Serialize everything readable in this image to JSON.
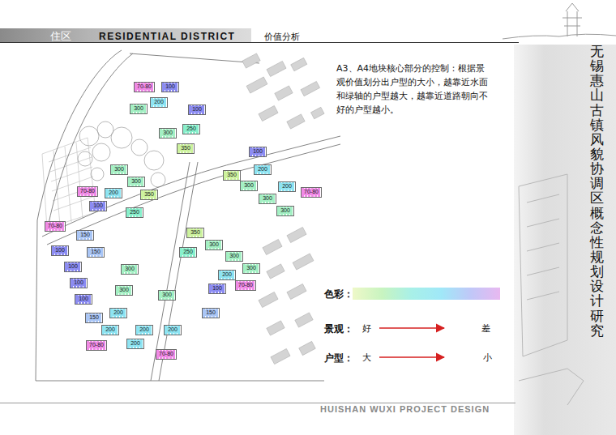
{
  "diagram": {
    "title": "无锡惠山古镇风貌协调区概念性规划设计研究",
    "nodes": [
      {
        "text": [
          "70-80"
        ]
      },
      {
        "text": [
          "100"
        ]
      },
      {
        "text": [
          "300"
        ]
      },
      {
        "text": [
          "200"
        ]
      },
      {
        "text": [
          "100"
        ]
      },
      {
        "text": [
          "300"
        ]
      },
      {
        "text": [
          "250"
        ]
      },
      {
        "text": [
          "350"
        ]
      },
      {
        "text": [
          "300"
        ]
      },
      {
        "text": [
          "300"
        ]
      },
      {
        "text": [
          "70-80"
        ]
      },
      {
        "text": [
          "200"
        ]
      },
      {
        "text": [
          "350"
        ]
      },
      {
        "text": [
          "100"
        ]
      },
      {
        "text": [
          "250"
        ]
      },
      {
        "text": [
          "100"
        ]
      },
      {
        "text": [
          "200"
        ]
      },
      {
        "text": [
          "350"
        ]
      },
      {
        "text": [
          "300"
        ]
      },
      {
        "text": [
          "200"
        ]
      },
      {
        "text": [
          "300"
        ]
      },
      {
        "text": [
          "70-80"
        ]
      },
      {
        "text": [
          "300"
        ]
      },
      {
        "text": [
          "70-80"
        ]
      },
      {
        "text": [
          "150"
        ]
      },
      {
        "text": [
          "100"
        ]
      },
      {
        "text": [
          "150"
        ]
      },
      {
        "text": [
          "100"
        ]
      },
      {
        "text": [
          "300"
        ]
      },
      {
        "text": [
          "100"
        ]
      },
      {
        "text": [
          "300"
        ]
      },
      {
        "text": [
          "100"
        ]
      },
      {
        "text": [
          "150"
        ]
      },
      {
        "text": [
          "200"
        ]
      },
      {
        "text": [
          "200"
        ]
      },
      {
        "text": [
          "70-80"
        ]
      },
      {
        "text": [
          "350"
        ]
      },
      {
        "text": [
          "300"
        ]
      },
      {
        "text": [
          "250"
        ]
      },
      {
        "text": [
          "300"
        ]
      },
      {
        "text": [
          "300"
        ]
      },
      {
        "text": [
          "200"
        ]
      },
      {
        "text": [
          "70-80"
        ]
      },
      {
        "text": [
          "100"
        ]
      },
      {
        "text": [
          "300"
        ]
      },
      {
        "text": [
          "200"
        ]
      },
      {
        "text": [
          "150"
        ]
      },
      {
        "text": [
          "200"
        ]
      },
      {
        "text": [
          "200"
        ]
      },
      {
        "text": [
          "70-80"
        ]
      }
    ],
    "labels": [
      "住区",
      "RESIDENTIAL DISTRICT",
      "价值分析",
      "A3、A4地块核心部分的控制：根据景观价值划分出户型的大小，越靠近水面和绿轴的户型越大，越靠近道路朝向不好的户型越小。",
      "色彩：",
      "景观：",
      "好",
      "差",
      "户型：",
      "大",
      "小",
      "HUISHAN WUXI PROJECT DESIGN"
    ]
  }
}
